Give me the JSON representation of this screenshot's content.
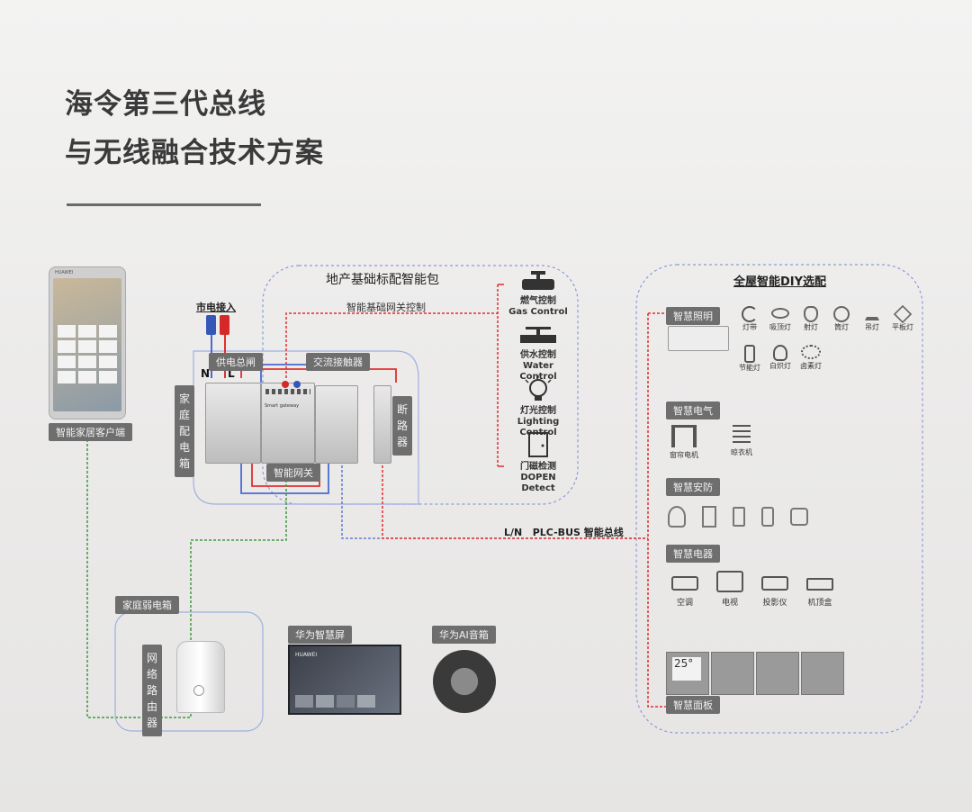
{
  "title": {
    "line1": "海令第三代总线",
    "line2": "与无线融合技术方案"
  },
  "phone": {
    "brand": "HUAWEI",
    "label": "智能家居客户端"
  },
  "power": {
    "label": "市电接入",
    "n": "N",
    "l": "L"
  },
  "main_box": {
    "title": "地产基础标配智能包",
    "gateway_control": "智能基础网关控制",
    "power_bus": "供电总闸",
    "ac_contactor": "交流接触器",
    "home_panel_box": "家庭配电箱",
    "breaker": "断路器",
    "smart_gateway": "智能网关",
    "gateway_text": "Smart gateway"
  },
  "controls": [
    {
      "zh": "燃气控制",
      "en": "Gas Control",
      "icon": "gas-valve-icon"
    },
    {
      "zh": "供水控制",
      "en": "Water Control",
      "icon": "water-tap-icon"
    },
    {
      "zh": "灯光控制",
      "en": "Lighting Control",
      "icon": "light-bulb-icon"
    },
    {
      "zh": "门磁检测",
      "en": "DOPEN Detect",
      "icon": "door-sensor-icon"
    }
  ],
  "bus": {
    "label": "L/N   PLC-BUS 智能总线"
  },
  "router": {
    "box_label": "家庭弱电箱",
    "device": "网络路由器"
  },
  "huawei_screen": {
    "label": "华为智慧屏",
    "brand": "HUAWEI"
  },
  "speaker": {
    "label": "华为AI音箱"
  },
  "diy": {
    "title": "全屋智能DIY选配",
    "lighting": {
      "label": "智慧照明",
      "items": [
        "灯带",
        "吸顶灯",
        "射灯",
        "筒灯",
        "吊灯",
        "平板灯",
        "节能灯",
        "白炽灯",
        "卤素灯"
      ]
    },
    "electric": {
      "label": "智慧电气",
      "items": [
        "窗帘电机",
        "晾衣机"
      ]
    },
    "security": {
      "label": "智慧安防"
    },
    "appliance": {
      "label": "智慧电器",
      "items": [
        "空调",
        "电视",
        "投影仪",
        "机顶盒"
      ]
    },
    "panel": {
      "label": "智慧面板",
      "temp": "25°"
    }
  },
  "colors": {
    "red": "#e03030",
    "blue": "#4a6ad0",
    "green": "#3f9a3f",
    "tag": "#6e6e6e"
  }
}
